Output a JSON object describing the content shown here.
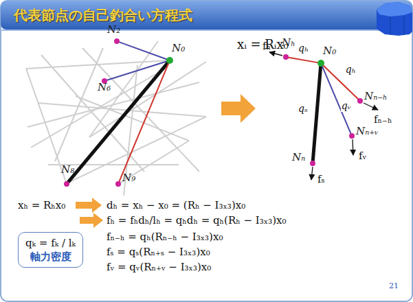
{
  "diagram": {
    "title": "代表節点の自己釣合い方程式",
    "nodes": [
      {
        "text": [
          "N₀"
        ]
      },
      {
        "text": [
          "N₂"
        ]
      },
      {
        "text": [
          "N₆"
        ]
      },
      {
        "text": [
          "N₈"
        ]
      },
      {
        "text": [
          "N₉"
        ]
      },
      {
        "text": [
          "N₀"
        ]
      },
      {
        "text": [
          "Nₕ"
        ]
      },
      {
        "text": [
          "Nₙ₋ₕ"
        ]
      },
      {
        "text": [
          "Nₙ"
        ]
      },
      {
        "text": [
          "Nₙ₊ᵥ"
        ]
      },
      {
        "text": [
          "qₖ = fₖ / lₖ",
          "軸力密度"
        ]
      }
    ],
    "edges": [
      {
        "from": 0,
        "to": 1,
        "arrow": "none"
      },
      {
        "from": 0,
        "to": 2,
        "arrow": "none"
      },
      {
        "from": 0,
        "to": 3,
        "arrow": "none"
      },
      {
        "from": 0,
        "to": 4,
        "arrow": "none"
      },
      {
        "from": 5,
        "to": 6,
        "label": "qₕ",
        "arrow": "none"
      },
      {
        "from": 5,
        "to": 7,
        "label": "qₕ",
        "arrow": "none"
      },
      {
        "from": 5,
        "to": 8,
        "label": "qₛ",
        "arrow": "none"
      },
      {
        "from": 5,
        "to": 9,
        "label": "qᵥ",
        "arrow": "none"
      }
    ],
    "labels": [
      "xᵢ = Rᵢx₀",
      "fₕ",
      "fₙ₋ₕ",
      "fₛ",
      "fᵥ",
      "xₕ = Rₕx₀",
      "dₕ = xₕ − x₀ = (Rₕ − I₃ₓ₃)x₀",
      "fₕ = fₕdₕ/lₕ = qₕdₕ = qₕ(Rₕ − I₃ₓ₃)x₀",
      "fₙ₋ₕ = qₕ(Rₙ₋ₕ − I₃ₓ₃)x₀",
      "fₛ = qₛ(Rₙ₊ₛ − I₃ₓ₃)x₀",
      "fᵥ = qᵥ(Rₙ₊ᵥ − I₃ₓ₃)x₀",
      "21"
    ]
  }
}
